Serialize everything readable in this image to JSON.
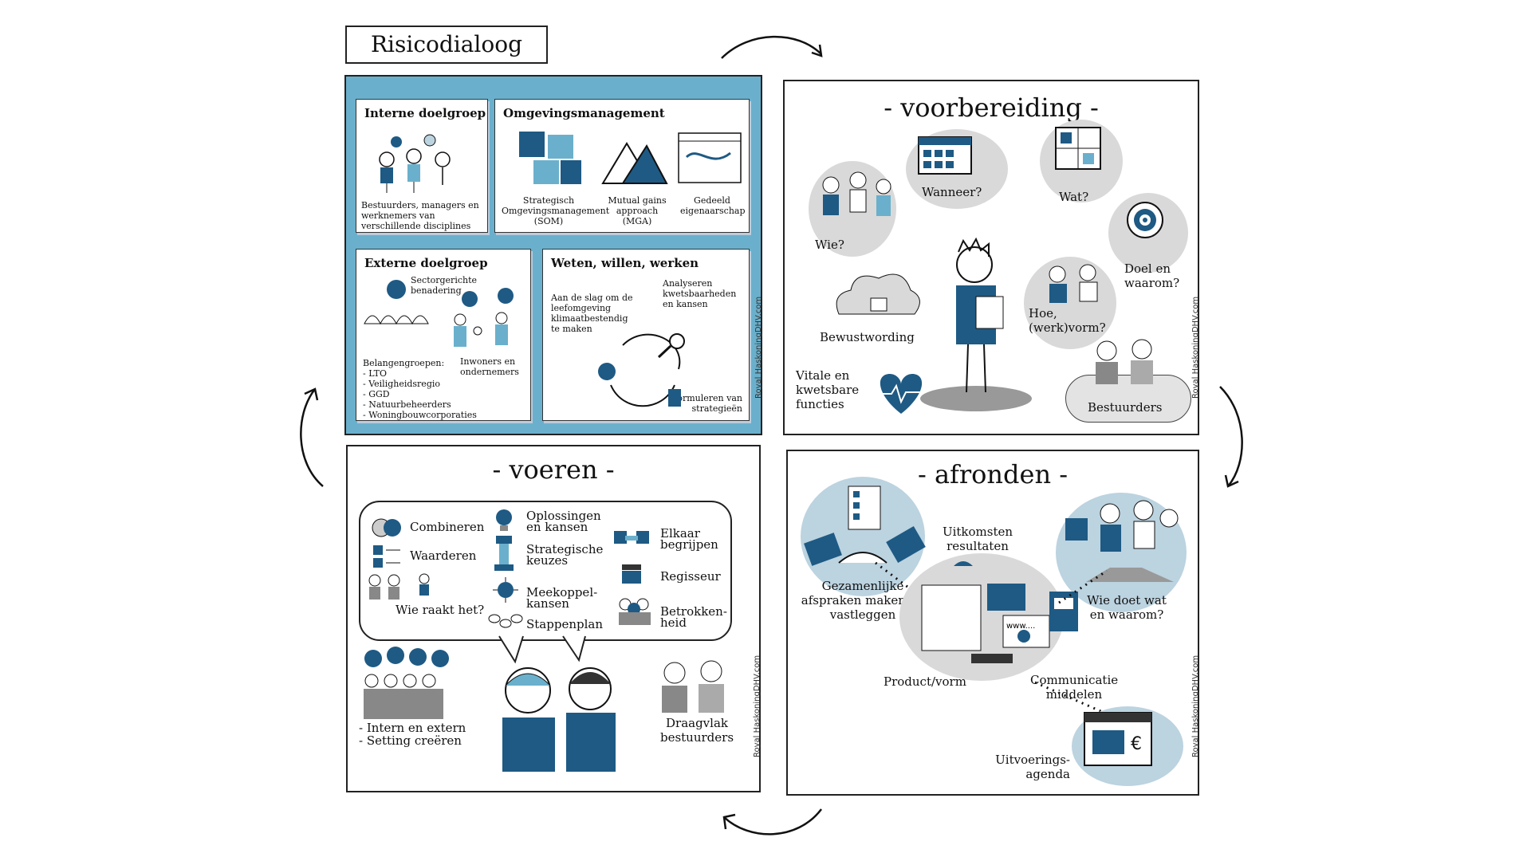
{
  "title": "Risicodialoog",
  "colors": {
    "accent": "#1e5a84",
    "panel_blue": "#6ab0cc",
    "light_gray": "#d9d9d9",
    "light_blue": "#bcd3e0"
  },
  "overview": {
    "internal": {
      "title": "Interne doelgroep",
      "desc": "Bestuurders, managers en werknemers van verschillende disciplines"
    },
    "environment": {
      "title": "Omgevingsmanagement",
      "items": [
        {
          "label": "Strategisch Omgevingsmanagement (SOM)",
          "icon": "puzzle-icon"
        },
        {
          "label": "Mutual gains approach (MGA)",
          "icon": "mountains-icon"
        },
        {
          "label": "Gedeeld eigenaarschap",
          "icon": "map-icon"
        }
      ]
    },
    "external": {
      "title": "Externe doelgroep",
      "sector": "Sectorgerichte benadering",
      "groups_title": "Belangengroepen:",
      "groups": [
        "- LTO",
        "- Veiligheidsregio",
        "- GGD",
        "- Natuurbeheerders",
        "- Woningbouwcorporaties"
      ],
      "residents": "Inwoners en ondernemers"
    },
    "wwt": {
      "title": "Weten, willen, werken",
      "step1": "Aan de slag om de leefomgeving klimaatbestendig te maken",
      "step2": "Analyseren kwetsbaarheden en kansen",
      "step3": "Formuleren van strategieën"
    }
  },
  "voorbereiding": {
    "title": "- voorbereiding -",
    "who": "Wie?",
    "when": "Wanneer?",
    "what": "Wat?",
    "goal": "Doel en waarom?",
    "how": "Hoe, (werk)vorm?",
    "awareness": "Bewustwording",
    "vital": "Vitale en kwetsbare functies",
    "admins": "Bestuurders"
  },
  "voeren": {
    "title": "- voeren -",
    "col1": [
      "Combineren",
      "Waarderen",
      "Wie raakt het?"
    ],
    "col2": [
      "Oplossingen en kansen",
      "Strategische keuzes",
      "Meekoppel-kansen",
      "Stappenplan"
    ],
    "col3": [
      "Elkaar begrijpen",
      "Regisseur",
      "Betrokken-heid"
    ],
    "intern": "- Intern en extern",
    "setting": "- Setting creëren",
    "support": "Draagvlak bestuurders"
  },
  "afronden": {
    "title": "- afronden -",
    "share": "Uitkomsten resultaten delen",
    "agreements": "Gezamenlijke afspraken maken en vastleggen",
    "who_does": "Wie doet wat en waarom?",
    "product": "Product/vorm",
    "comms": "Communicatie middelen",
    "agenda": "Uitvoerings-agenda",
    "www": "www...."
  },
  "signature": "Royal HaskoningDHV.com"
}
